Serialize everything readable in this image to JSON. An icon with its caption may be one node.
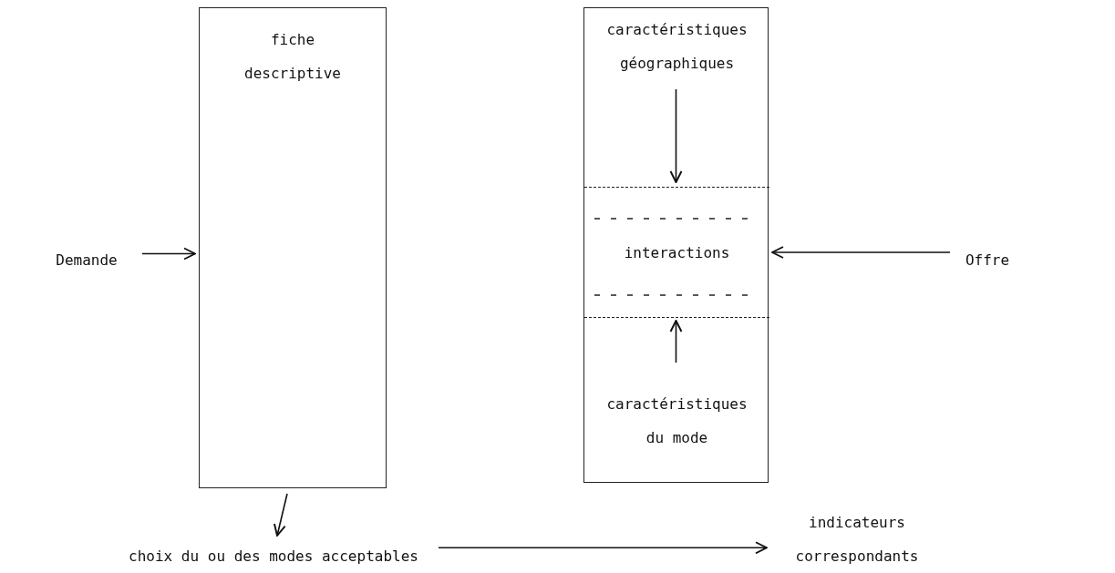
{
  "diagram": {
    "nodes": [
      {
        "text": [
          "fiche descriptive"
        ]
      },
      {
        "text": [],
        "shape": "box"
      },
      {
        "text": [
          "caractéristiques géographiques"
        ],
        "in": 1
      },
      {
        "text": [
          "interactions"
        ],
        "in": 1
      },
      {
        "text": [
          "caractéristiques du mode"
        ],
        "in": 1
      },
      {
        "text": [
          "Demande"
        ]
      },
      {
        "text": [
          "Offre"
        ]
      },
      {
        "text": [
          "choix du ou des modes acceptables"
        ]
      },
      {
        "text": [
          "indicateurs correspondants"
        ]
      }
    ],
    "edges": [
      {
        "from": 2,
        "to": 3,
        "arrow": "to"
      },
      {
        "from": 4,
        "to": 3,
        "arrow": "to"
      },
      {
        "from": 5,
        "to": 0,
        "arrow": "to"
      },
      {
        "from": 6,
        "to": 1,
        "arrow": "to"
      },
      {
        "from": 0,
        "to": 7,
        "arrow": "to"
      },
      {
        "from": 7,
        "to": 8,
        "arrow": "to"
      }
    ]
  }
}
